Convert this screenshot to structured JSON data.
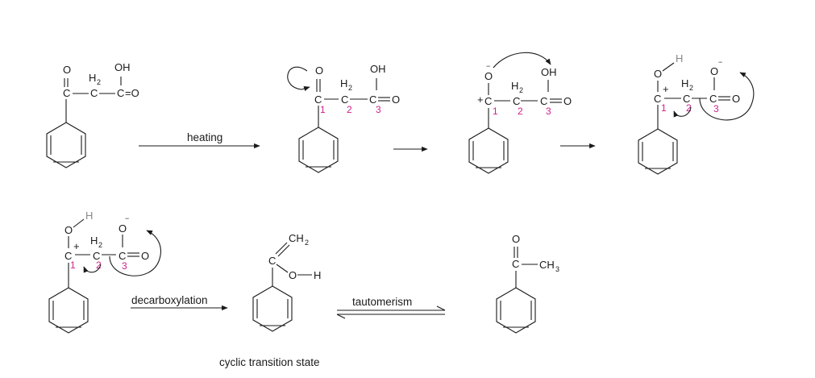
{
  "labels": {
    "heating": "heating",
    "decarboxylation": "decarboxylation",
    "tautomerism": "tautomerism",
    "cyclic_transition_state": "cyclic transition state"
  },
  "atoms": {
    "O": "O",
    "OH": "OH",
    "H": "H",
    "C": "C",
    "CH": "CH",
    "CH_sub": "2",
    "CH3_sub": "3",
    "H2_sub": "2",
    "eq_O": "=O",
    "plus": "+",
    "minus": "−"
  },
  "carbon_numbers": [
    "1",
    "2",
    "3"
  ],
  "colors": {
    "ink": "#1a1a1a",
    "carbon_number": "#d0208a"
  }
}
